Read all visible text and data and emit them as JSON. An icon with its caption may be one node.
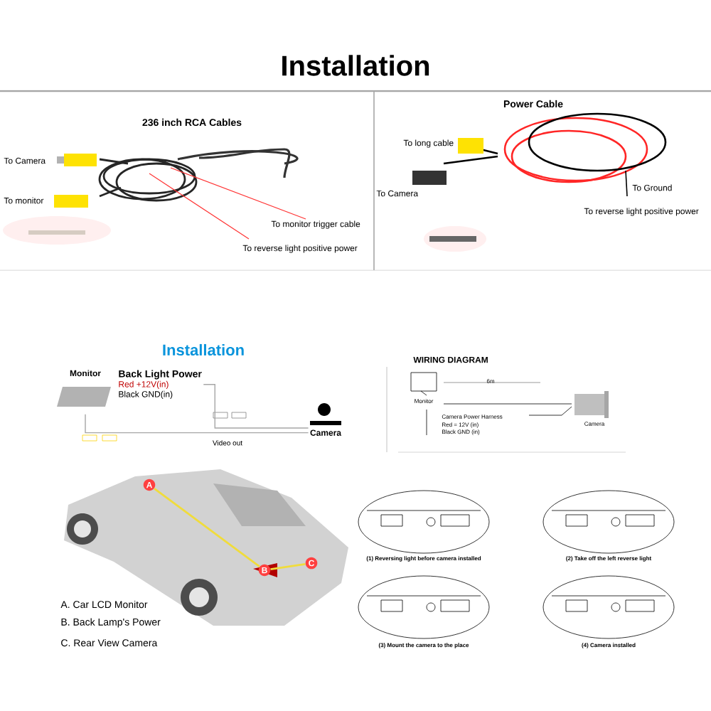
{
  "diagram": {
    "title": "Installation",
    "nodes": [
      {
        "text": [
          "Monitor"
        ]
      },
      {
        "text": [
          "Camera"
        ]
      },
      {
        "text": [
          "Back Light Power",
          "Red +12V(in)",
          "Black GND(in)"
        ]
      },
      {
        "text": [
          "A"
        ]
      },
      {
        "text": [
          "B"
        ]
      },
      {
        "text": [
          "C"
        ]
      }
    ],
    "edges": [
      {
        "from": 0,
        "to": 1,
        "arrow": "none",
        "label": "Video out"
      },
      {
        "from": 2,
        "to": 1,
        "arrow": "none"
      },
      {
        "from": 3,
        "to": 4,
        "arrow": "none",
        "color": "#f0dc3c"
      },
      {
        "from": 4,
        "to": 5,
        "arrow": "none",
        "color": "#f0dc3c"
      }
    ],
    "labels": [
      "236 inch RCA Cables",
      "To Camera",
      "To monitor",
      "To monitor trigger cable",
      "To reverse light positive power",
      "Power Cable",
      "To long cable",
      "To Camera",
      "To Ground",
      "To reverse light positive power",
      "Installation",
      "WIRING DIAGRAM",
      "6m",
      "Monitor",
      "Camera Power Harness",
      "Red = 12V (in)",
      "Black GND (in)",
      "Camera",
      "A. Car LCD Monitor",
      "B. Back Lamp's Power",
      "C. Rear View Camera",
      "(1) Reversing light before camera installed",
      "(2) Take off the left reverse light",
      "(3) Mount the camera to the place",
      "(4) Camera installed"
    ]
  }
}
